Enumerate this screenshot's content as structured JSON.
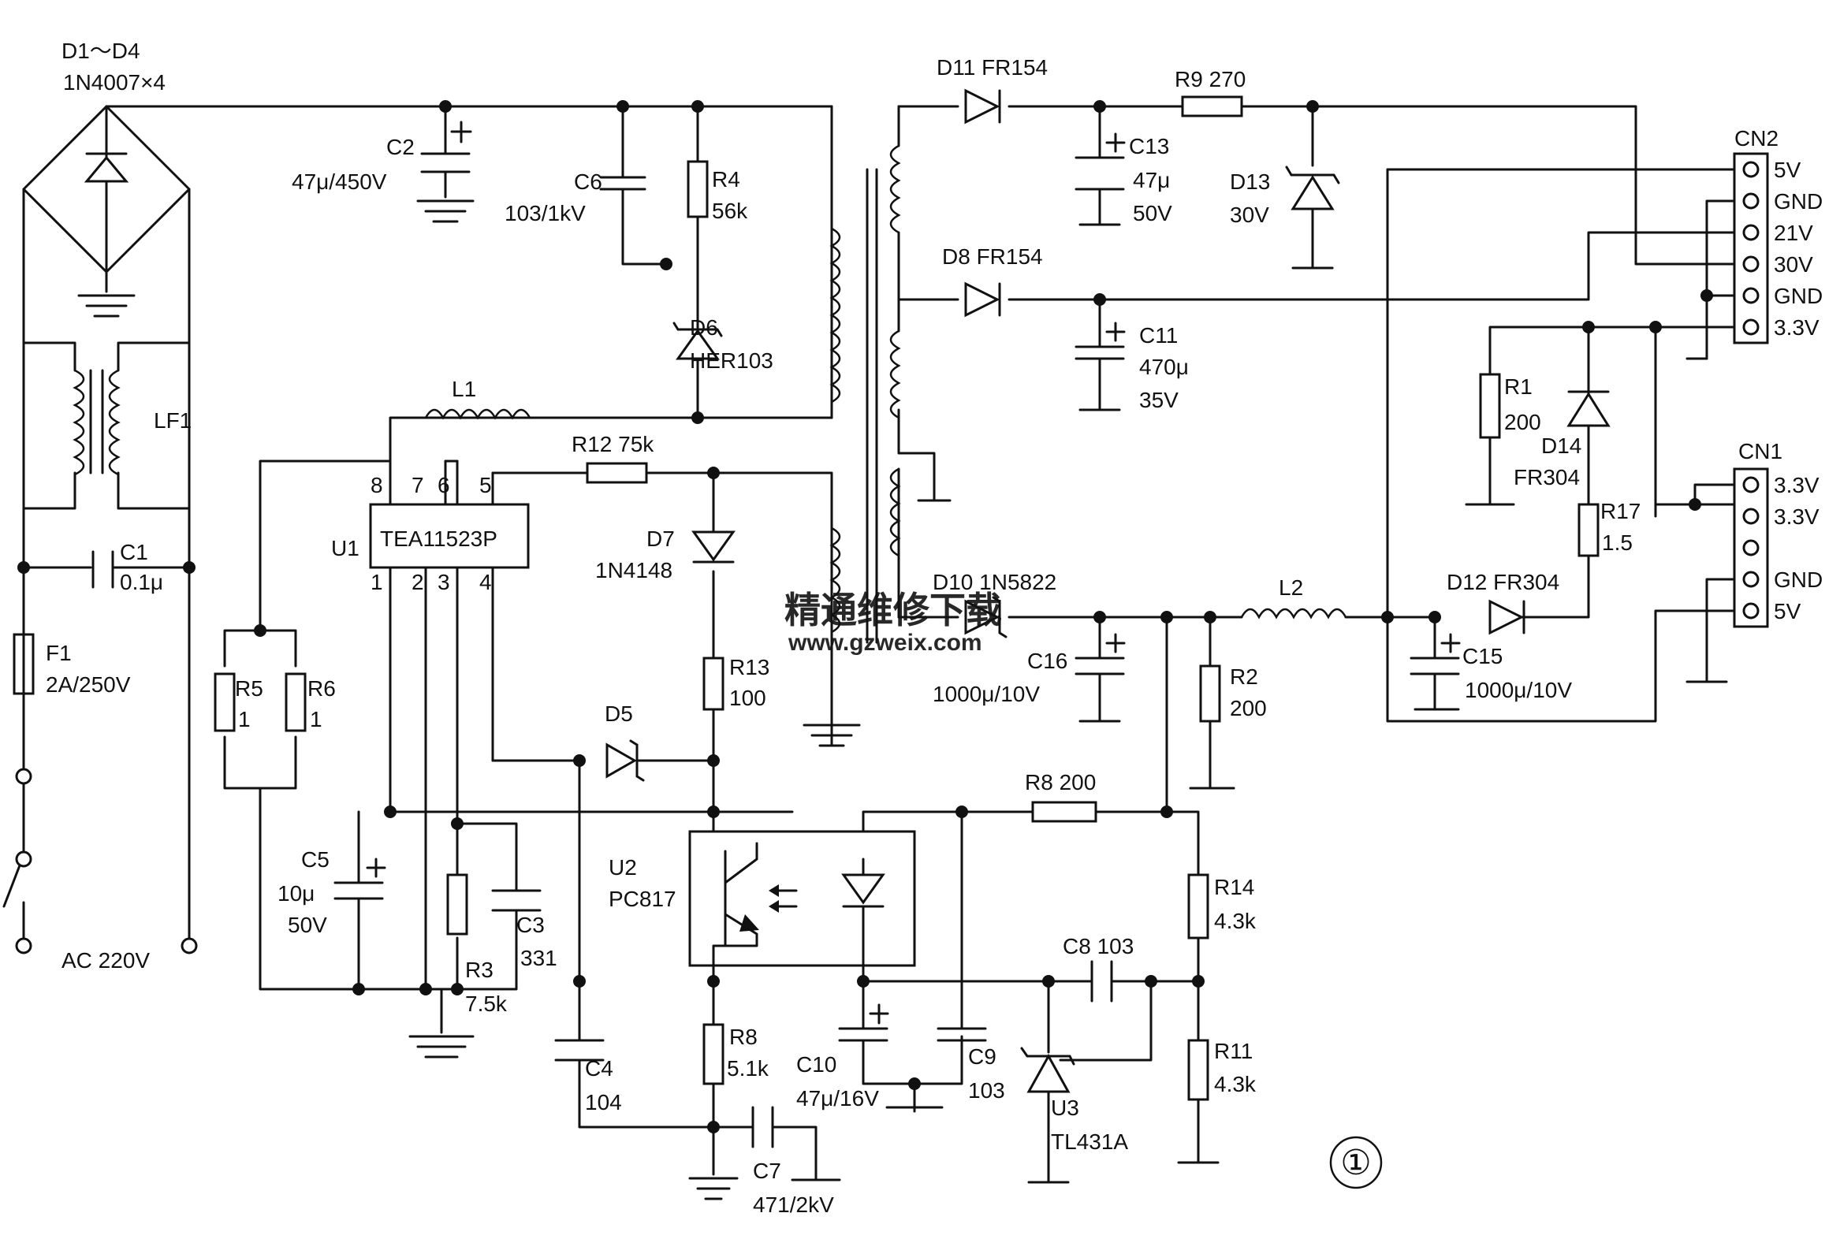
{
  "labels": {
    "bridge_ref": "D1～D4",
    "bridge_part": "1N4007×4",
    "lf1": "LF1",
    "c1_ref": "C1",
    "c1_val": "0.1μ",
    "f1_ref": "F1",
    "f1_val": "2A/250V",
    "ac_in": "AC 220V",
    "c2_ref": "C2",
    "c2_val": "47μ/450V",
    "c6_ref": "C6",
    "c6_val": "103/1kV",
    "r4_ref": "R4",
    "r4_val": "56k",
    "d6_ref": "D6",
    "d6_part": "HER103",
    "l1": "L1",
    "u1_ref": "U1",
    "u1_part": "TEA11523P",
    "u1_pin8": "8",
    "u1_pin7": "7",
    "u1_pin6": "6",
    "u1_pin5": "5",
    "u1_pin1": "1",
    "u1_pin2": "2",
    "u1_pin3": "3",
    "u1_pin4": "4",
    "r12": "R12 75k",
    "d7_ref": "D7",
    "d7_part": "1N4148",
    "r13_ref": "R13",
    "r13_val": "100",
    "d5_ref": "D5",
    "r5_ref": "R5",
    "r5_val": "1",
    "r6_ref": "R6",
    "r6_val": "1",
    "c5_ref": "C5",
    "c5_val1": "10μ",
    "c5_val2": "50V",
    "r3_ref": "R3",
    "r3_val": "7.5k",
    "c3_ref": "C3",
    "c3_val": "331",
    "u2_ref": "U2",
    "u2_part": "PC817",
    "c4_ref": "C4",
    "c4_val": "104",
    "r8b_ref": "R8",
    "r8b_val": "5.1k",
    "c7_ref": "C7",
    "c7_val": "471/2kV",
    "c10_ref": "C10",
    "c10_val": "47μ/16V",
    "c9_ref": "C9",
    "c9_val": "103",
    "u3_ref": "U3",
    "u3_part": "TL431A",
    "c8": "C8 103",
    "r8a": "R8 200",
    "r14_ref": "R14",
    "r14_val": "4.3k",
    "r11_ref": "R11",
    "r11_val": "4.3k",
    "d11": "D11 FR154",
    "c13_ref": "C13",
    "c13_val1": "47μ",
    "c13_val2": "50V",
    "r9": "R9 270",
    "d13_ref": "D13",
    "d13_val": "30V",
    "d8": "D8 FR154",
    "c11_ref": "C11",
    "c11_val1": "470μ",
    "c11_val2": "35V",
    "d10": "D10 1N5822",
    "c16_ref": "C16",
    "c16_val": "1000μ/10V",
    "r2_ref": "R2",
    "r2_val": "200",
    "l2": "L2",
    "c15_ref": "C15",
    "c15_val": "1000μ/10V",
    "d12": "D12 FR304",
    "r1_ref": "R1",
    "r1_val": "200",
    "d14_ref": "D14",
    "d14_part": "FR304",
    "r17_ref": "R17",
    "r17_val": "1.5",
    "cn2_ref": "CN2",
    "cn2_pins": [
      "5V",
      "GND",
      "21V",
      "30V",
      "GND",
      "3.3V"
    ],
    "cn1_ref": "CN1",
    "cn1_pins": [
      "3.3V",
      "3.3V",
      "",
      "GND",
      "5V"
    ],
    "figure_number": "①",
    "watermark_cn": "精通维修下载",
    "watermark_url": "www.gzweix.com"
  }
}
